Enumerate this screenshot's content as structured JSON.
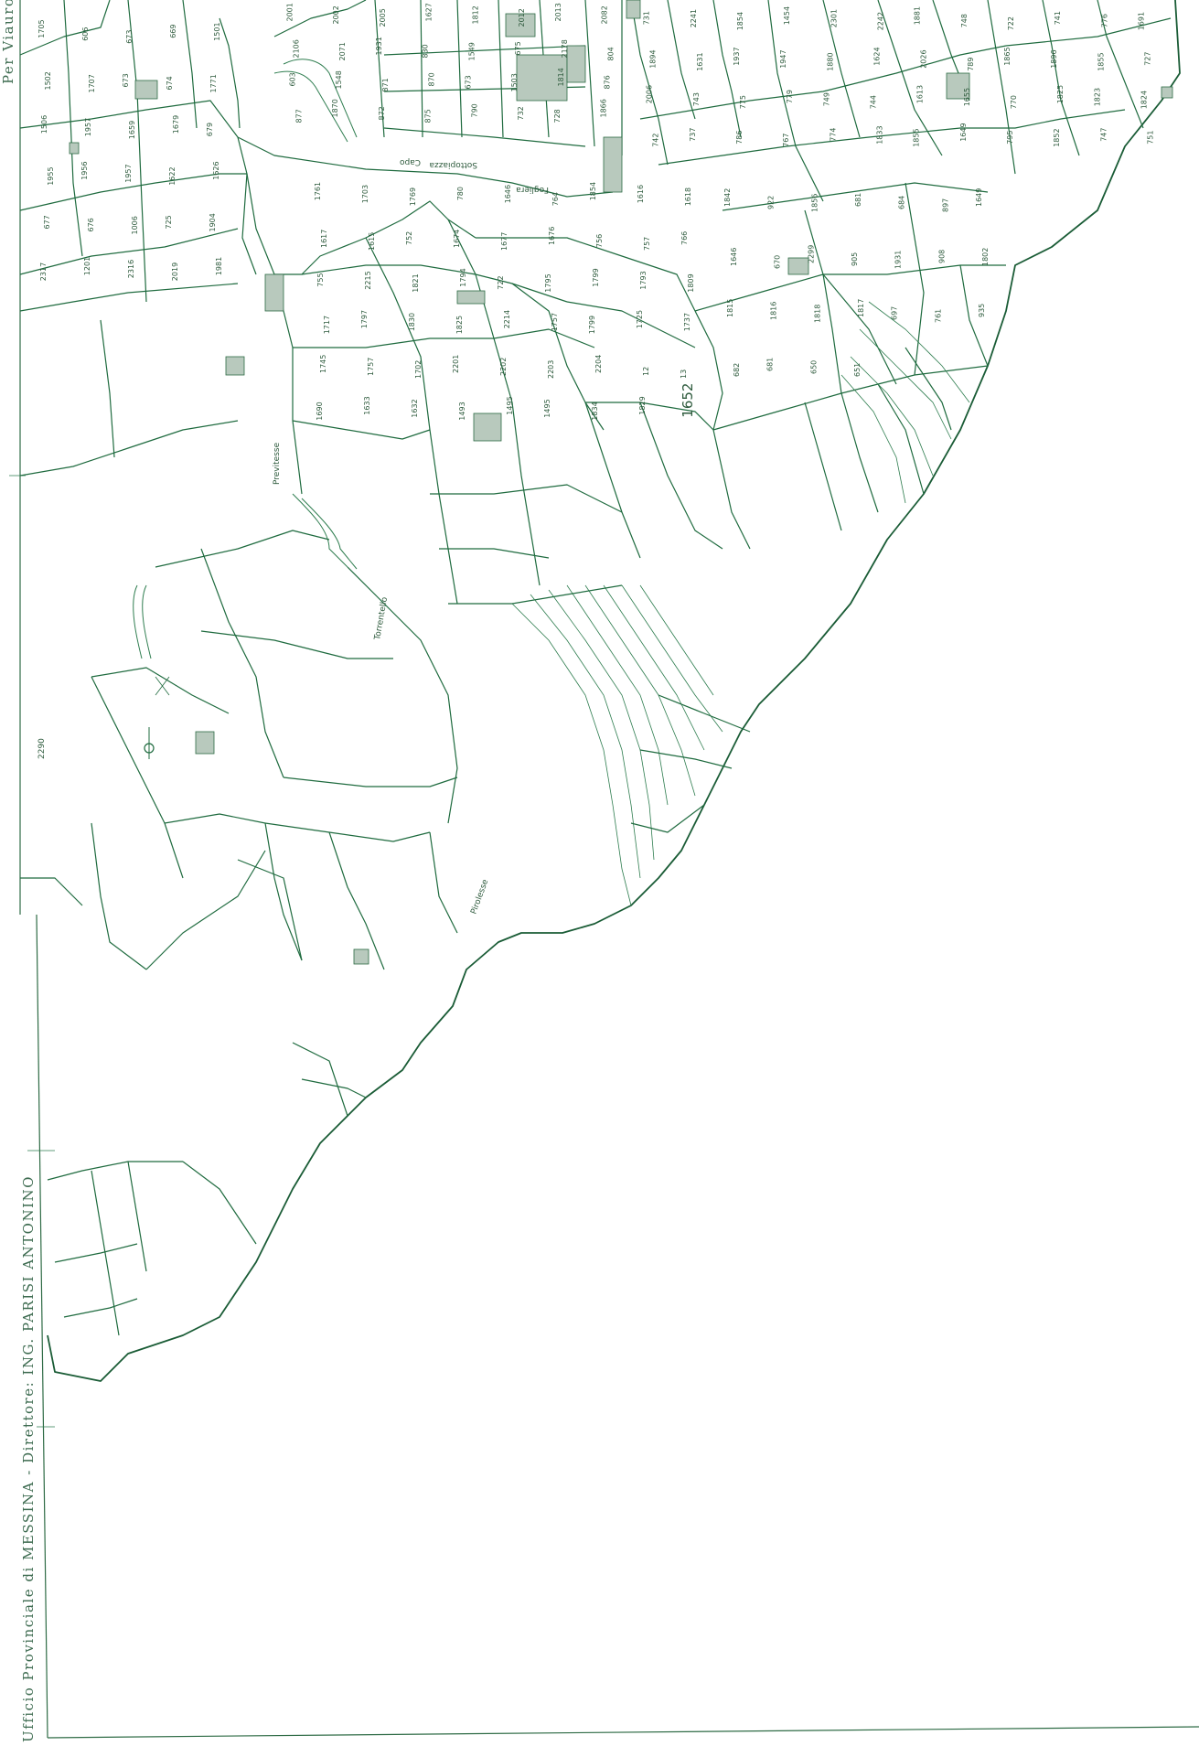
{
  "map": {
    "margin_top_text": "Per Viauro",
    "margin_side_text": "Ufficio Provinciale di MESSINA - Direttore: ING. PARISI ANTONINO",
    "frame_number": "2290",
    "toponyms": [
      "Fogliera",
      "Sottopiazza",
      "Previtesse",
      "Torrentello",
      "Capo",
      "Pirolesse"
    ],
    "parcels": [
      "1705",
      "606",
      "673",
      "669",
      "1501",
      "1502",
      "1707",
      "673",
      "674",
      "1771",
      "1506",
      "1957",
      "1659",
      "1679",
      "679",
      "1955",
      "1956",
      "1957",
      "1622",
      "1626",
      "677",
      "676",
      "1006",
      "725",
      "1904",
      "2317",
      "1201",
      "2316",
      "2019",
      "1981",
      "2001",
      "2002",
      "2005",
      "1627",
      "1812",
      "2012",
      "2013",
      "2082",
      "2106",
      "2071",
      "1931",
      "830",
      "1549",
      "675",
      "2178",
      "804",
      "603",
      "1548",
      "871",
      "870",
      "673",
      "1503",
      "1814",
      "876",
      "877",
      "1870",
      "872",
      "875",
      "790",
      "732",
      "728",
      "1866",
      "731",
      "2241",
      "1854",
      "1454",
      "2301",
      "2242",
      "1881",
      "748",
      "722",
      "741",
      "776",
      "1691",
      "1894",
      "1631",
      "1937",
      "1947",
      "1880",
      "1624",
      "2026",
      "789",
      "1865",
      "1896",
      "1855",
      "727",
      "2006",
      "743",
      "775",
      "779",
      "749",
      "744",
      "1613",
      "1655",
      "770",
      "1825",
      "1823",
      "1824",
      "742",
      "737",
      "786",
      "767",
      "774",
      "1833",
      "1855",
      "1649",
      "795",
      "1852",
      "747",
      "751",
      "1761",
      "1703",
      "1769",
      "780",
      "1646",
      "764",
      "1854",
      "1616",
      "1618",
      "1617",
      "1615",
      "752",
      "1674",
      "1677",
      "1676",
      "756",
      "757",
      "766",
      "755",
      "2215",
      "1821",
      "1794",
      "722",
      "1795",
      "1799",
      "1793",
      "1809",
      "1717",
      "1797",
      "1830",
      "1825",
      "2214",
      "1757",
      "1799",
      "1725",
      "1737",
      "1745",
      "1757",
      "1702",
      "2201",
      "2202",
      "2203",
      "2204",
      "12",
      "13",
      "1690",
      "1633",
      "1632",
      "1493",
      "1495",
      "1495",
      "1834",
      "1829",
      "1652",
      "1842",
      "922",
      "1856",
      "681",
      "684",
      "897",
      "1649",
      "1646",
      "670",
      "2299",
      "905",
      "1931",
      "908",
      "1802",
      "1815",
      "1816",
      "1818",
      "1817",
      "697",
      "761",
      "935",
      "682",
      "681",
      "650",
      "651"
    ]
  }
}
